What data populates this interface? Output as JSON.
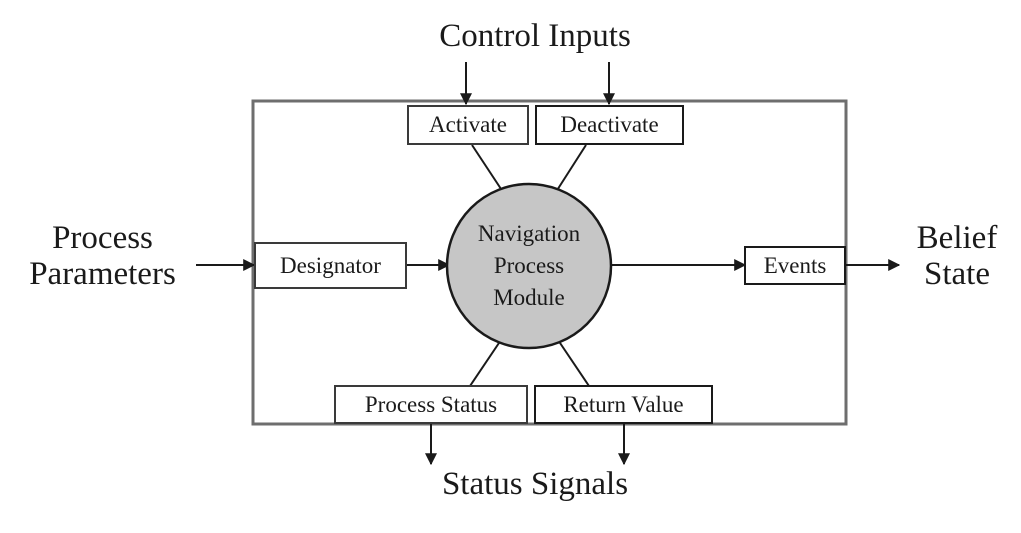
{
  "diagram": {
    "title_top": "Control Inputs",
    "title_bottom": "Status Signals",
    "label_left": "Process\nParameters",
    "label_right": "Belief\nState",
    "center_node": {
      "line1": "Navigation",
      "line2": "Process",
      "line3": "Module",
      "fill_color": "#c6c6c6",
      "stroke_color": "#1a1a1a"
    },
    "boxes": {
      "activate": "Activate",
      "deactivate": "Deactivate",
      "designator": "Designator",
      "events": "Events",
      "process_status": "Process Status",
      "return_value": "Return Value"
    },
    "colors": {
      "line": "#1a1a1a",
      "frame": "#5c5c5c",
      "box_fill": "#ffffff",
      "background": "#ffffff"
    }
  }
}
